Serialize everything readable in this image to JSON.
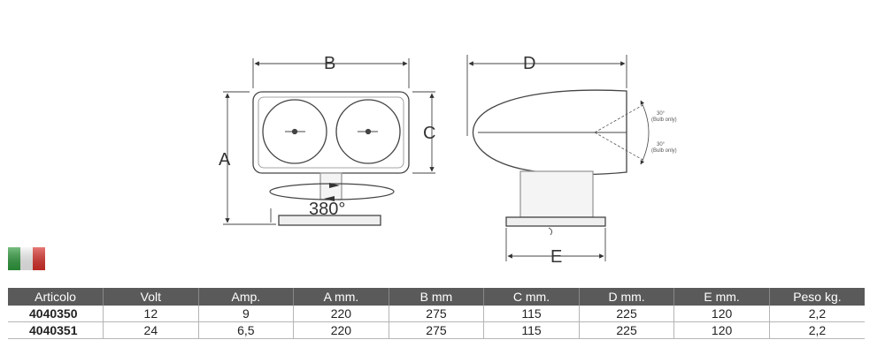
{
  "drawing": {
    "labels": {
      "a": "A",
      "b": "B",
      "c": "C",
      "d": "D",
      "e": "E"
    },
    "rotation": "380°",
    "angle_top": "30°",
    "angle_top_note": "(Bulb only)",
    "angle_bottom": "30°",
    "angle_bottom_note": "(Bulb only)"
  },
  "flag": {
    "colors": [
      "#2e9a3c",
      "#f4f4f4",
      "#d9312b"
    ]
  },
  "table": {
    "headers": [
      "Articolo",
      "Volt",
      "Amp.",
      "A mm.",
      "B mm",
      "C mm.",
      "D mm.",
      "E mm.",
      "Peso kg."
    ],
    "rows": [
      [
        "4040350",
        "12",
        "9",
        "220",
        "275",
        "115",
        "225",
        "120",
        "2,2"
      ],
      [
        "4040351",
        "24",
        "6,5",
        "220",
        "275",
        "115",
        "225",
        "120",
        "2,2"
      ]
    ]
  }
}
